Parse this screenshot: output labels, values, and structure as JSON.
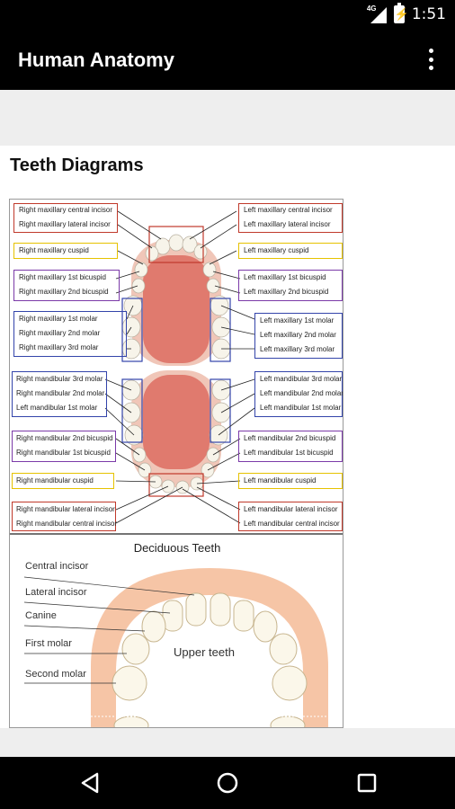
{
  "status_bar": {
    "network": "4G",
    "time": "1:51"
  },
  "app_bar": {
    "title": "Human Anatomy",
    "menu_icon": "overflow-menu-icon"
  },
  "content": {
    "heading": "Teeth Diagrams",
    "permanent_labels_left": [
      "Right maxillary central incisor",
      "Right maxillary lateral incisor",
      "Right maxillary cuspid",
      "Right maxillary 1st bicuspid",
      "Right maxillary 2nd bicuspid",
      "Right maxillary 1st molar",
      "Right maxillary 2nd molar",
      "Right maxillary 3rd molar",
      "Right mandibular 3rd molar",
      "Right mandibular 2nd molar",
      "Left mandibular 1st  molar",
      "Right mandibular 2nd bicuspid",
      "Right mandibular 1st bicuspid",
      "Right mandibular cuspid",
      "Right mandibular lateral incisor",
      "Right mandibular central incisor"
    ],
    "permanent_labels_right": [
      "Left maxillary central incisor",
      "Left maxillary lateral incisor",
      "Left maxillary cuspid",
      "Left maxillary 1st bicuspid",
      "Left maxillary 2nd bicuspid",
      "Left maxillary 1st molar",
      "Left maxillary 2nd molar",
      "Left maxillary 3rd molar",
      "Left mandibular 3rd molar",
      "Left mandibular 2nd molar",
      "Left mandibular 1st molar",
      "Left mandibular 2nd bicuspid",
      "Left mandibular 1st bicuspid",
      "Left mandibular cuspid",
      "Left mandibular lateral incisor",
      "Left mandibular central incisor"
    ],
    "deciduous_title": "Deciduous Teeth",
    "deciduous_labels": [
      "Central incisor",
      "Lateral incisor",
      "Canine",
      "First molar",
      "Second molar"
    ],
    "upper_teeth_label": "Upper teeth"
  },
  "nav_bar": {
    "back": "back-icon",
    "home": "home-icon",
    "recents": "recents-icon"
  }
}
